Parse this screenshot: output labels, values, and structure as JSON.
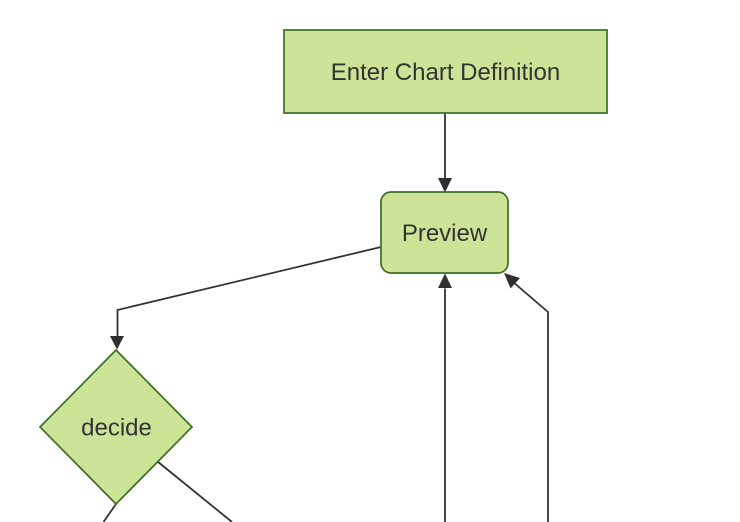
{
  "diagram": {
    "type": "flowchart",
    "orientation": "top-down",
    "background": "#ffffff",
    "colors": {
      "node_fill": "#cde498",
      "node_border": "#3b6e22",
      "edge_line": "#333333",
      "arrowhead": "#2f2f2f",
      "label_text": "#333333"
    },
    "nodes": [
      {
        "id": "enter-chart-definition",
        "shape": "rectangle",
        "label": "Enter Chart Definition"
      },
      {
        "id": "preview",
        "shape": "rounded-rectangle",
        "label": "Preview"
      },
      {
        "id": "decide",
        "shape": "diamond",
        "label": "decide"
      }
    ],
    "edges": [
      {
        "from": "enter-chart-definition",
        "to": "preview",
        "arrowhead": "down"
      },
      {
        "from": "preview",
        "to": "decide",
        "arrowhead": "down"
      },
      {
        "from": "offscreen-bottom",
        "to": "preview",
        "arrowhead": "up"
      },
      {
        "from": "offscreen-bottom",
        "to": "preview",
        "arrowhead": "up-left"
      },
      {
        "from": "decide",
        "to": "offscreen-bottom",
        "arrowhead": "offscreen"
      },
      {
        "from": "decide",
        "to": "offscreen-bottom-right",
        "arrowhead": "offscreen"
      }
    ]
  }
}
